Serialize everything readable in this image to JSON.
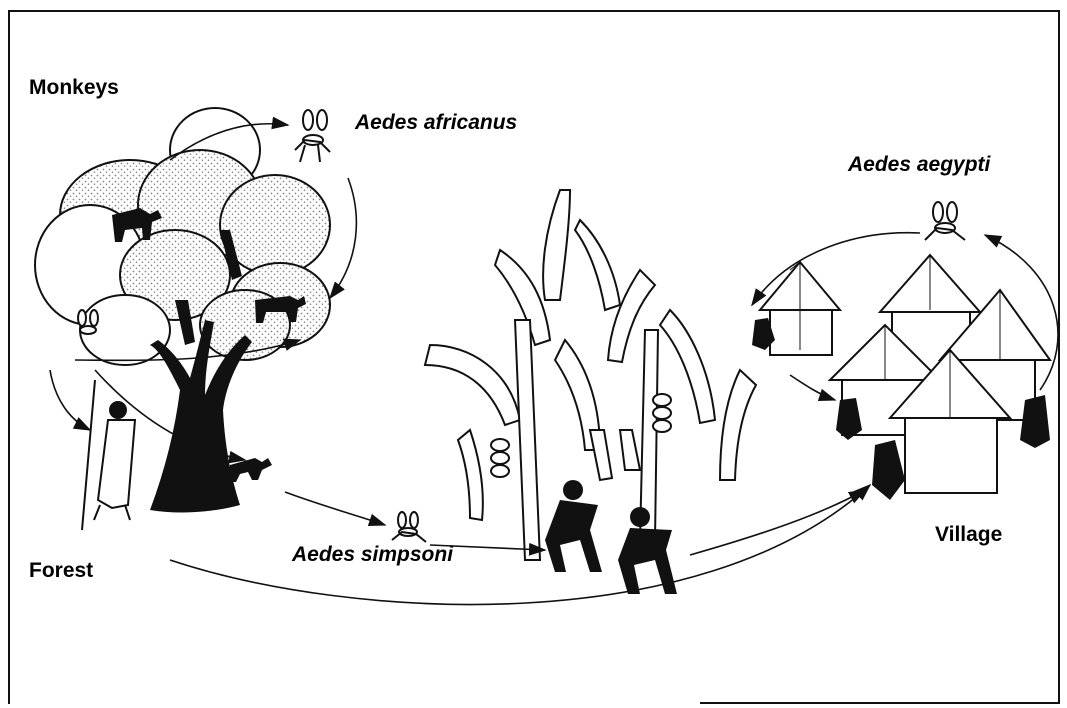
{
  "labels": {
    "monkeys": "Monkeys",
    "forest": "Forest",
    "village": "Village",
    "aedes_africanus": "Aedes africanus",
    "aedes_aegypti": "Aedes aegypti",
    "aedes_simpsoni": "Aedes simpsoni"
  },
  "colors": {
    "ink": "#111111",
    "stipple": "#9a9a9a",
    "background": "#ffffff"
  }
}
